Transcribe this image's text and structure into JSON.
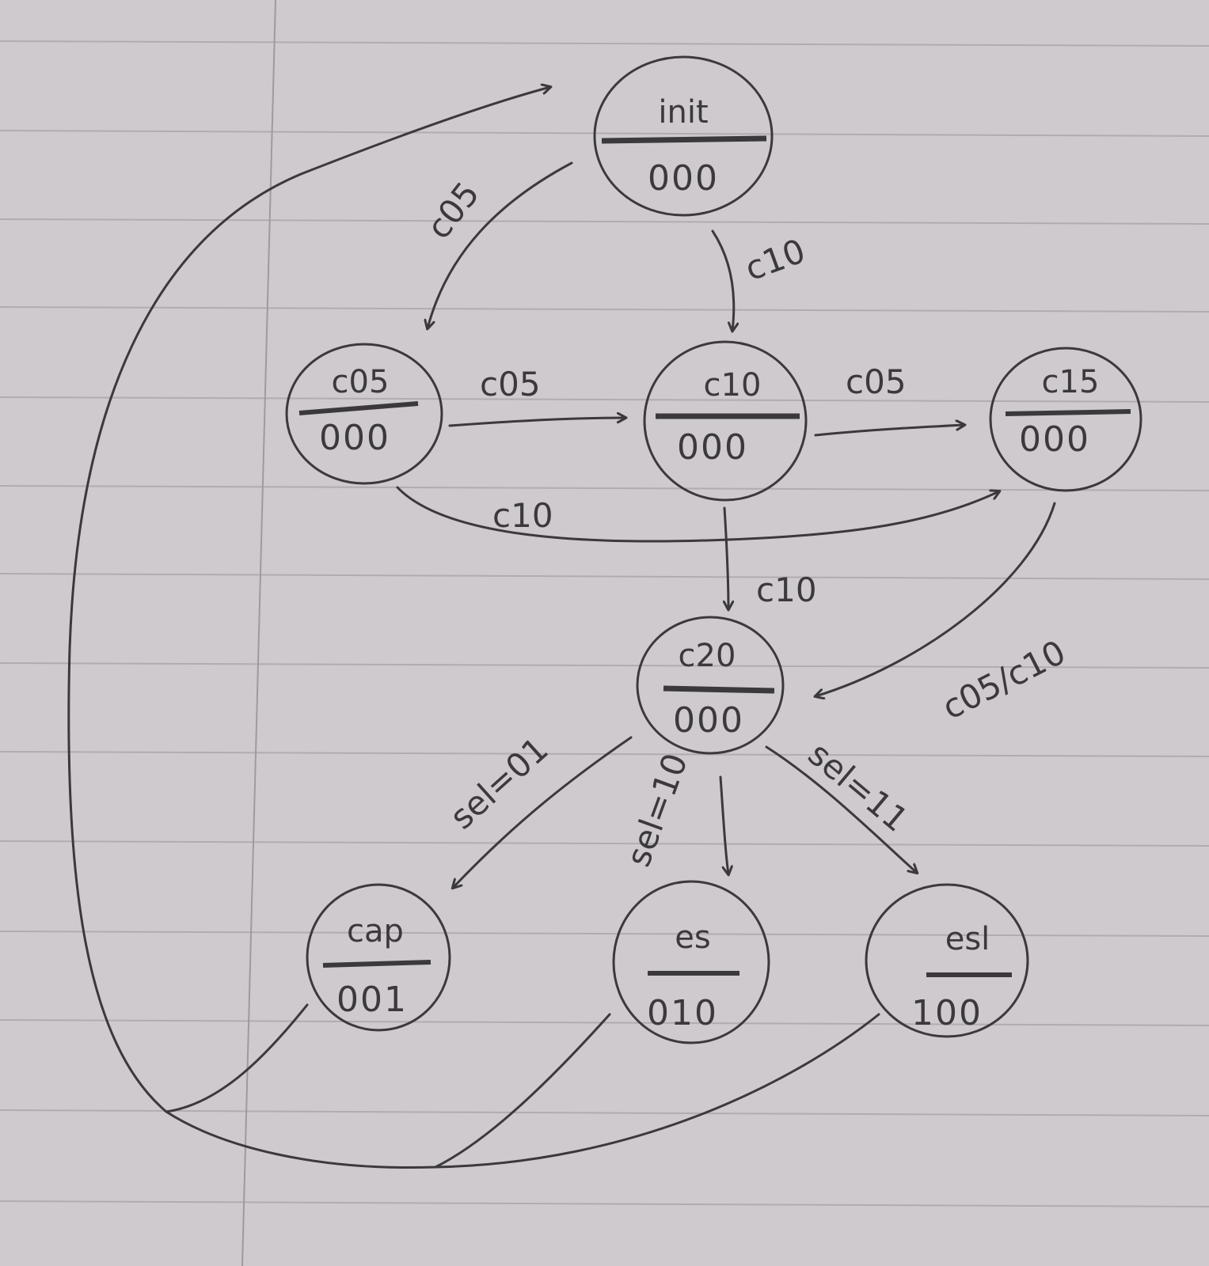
{
  "colors": {
    "paper": "#cfcace",
    "rule_line": "#a9a5aa",
    "margin_line": "#9e9aa0",
    "ink": "#3c393c"
  },
  "states": [
    {
      "id": "init",
      "name": "init",
      "output": "000"
    },
    {
      "id": "c05",
      "name": "c05",
      "output": "000"
    },
    {
      "id": "c10",
      "name": "c10",
      "output": "000"
    },
    {
      "id": "c15",
      "name": "c15",
      "output": "000"
    },
    {
      "id": "c20",
      "name": "c20",
      "output": "000"
    },
    {
      "id": "cap",
      "name": "cap",
      "output": "001"
    },
    {
      "id": "es",
      "name": "es",
      "output": "010"
    },
    {
      "id": "esl",
      "name": "esl",
      "output": "100"
    }
  ],
  "transitions": [
    {
      "id": "init-c05",
      "from": "init",
      "to": "c05",
      "label": "c05"
    },
    {
      "id": "init-c10",
      "from": "init",
      "to": "c10",
      "label": "c10"
    },
    {
      "id": "c05-c10",
      "from": "c05",
      "to": "c10",
      "label": "c05"
    },
    {
      "id": "c10-c15",
      "from": "c10",
      "to": "c15",
      "label": "c05"
    },
    {
      "id": "c05-c15",
      "from": "c05",
      "to": "c15",
      "label": "c10"
    },
    {
      "id": "c10-c20",
      "from": "c10",
      "to": "c20",
      "label": "c10"
    },
    {
      "id": "c15-c20",
      "from": "c15",
      "to": "c20",
      "label": "c05/c10"
    },
    {
      "id": "c20-cap",
      "from": "c20",
      "to": "cap",
      "label": "sel=01"
    },
    {
      "id": "c20-es",
      "from": "c20",
      "to": "es",
      "label": "sel=10"
    },
    {
      "id": "c20-esl",
      "from": "c20",
      "to": "esl",
      "label": "sel=11"
    },
    {
      "id": "return-init",
      "from": "cap/es/esl",
      "to": "init",
      "label": ""
    }
  ]
}
